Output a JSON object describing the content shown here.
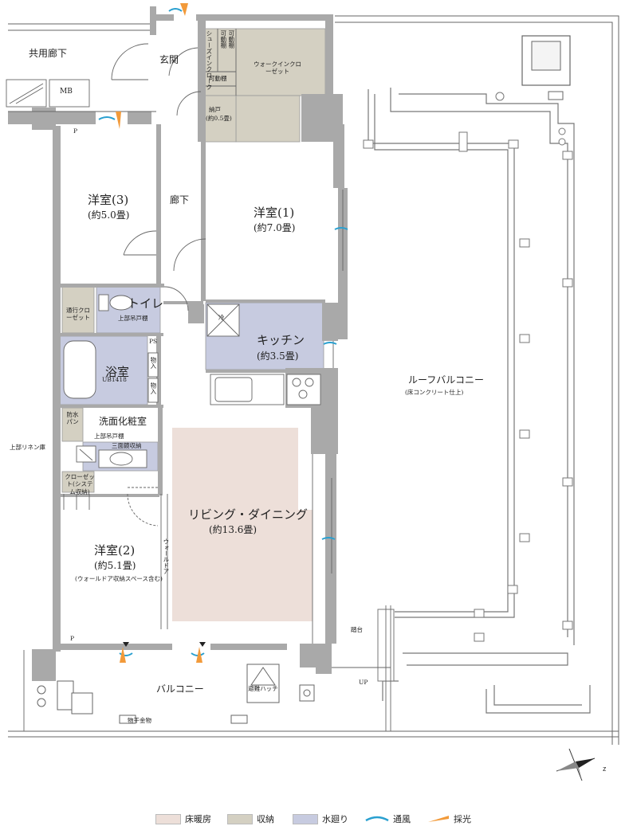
{
  "rooms": {
    "common_corridor": "共用廊下",
    "mb": "MB",
    "entrance": "玄関",
    "shoes_closet": "シューズインクローク",
    "movable_shelf_a": "可動棚",
    "movable_shelf_b": "可動棚",
    "movable_shelf_c": "可動棚",
    "walkin_closet": "ウォークインクローゼット",
    "storage_name": "納戸",
    "storage_size": "(約0.5畳)",
    "hallway": "廊下",
    "western3_name": "洋室(3)",
    "western3_size": "(約5.0畳)",
    "western1_name": "洋室(1)",
    "western1_size": "(約7.0畳)",
    "toilet": "トイレ",
    "upper_cabinet_toilet": "上部吊戸棚",
    "closet_walkthrough": "通行クローゼット",
    "ps": "PS",
    "fridge": "冷",
    "kitchen_name": "キッチン",
    "kitchen_size": "(約3.5畳)",
    "bath_name": "浴室",
    "bath_unit": "UB1418",
    "storage_in_a": "物入",
    "storage_in_b": "物入",
    "roof_balcony_name": "ルーフバルコニー",
    "roof_balcony_note": "(床コンクリート仕上)",
    "waterproof_pan": "防水パン",
    "washroom": "洗面化粧室",
    "upper_cabinet_wash": "上部吊戸棚",
    "three_mirror": "三面鏡収納",
    "upper_linen": "上部リネン庫",
    "system_closet": "クローゼット(システム収納)",
    "living_name": "リビング・ダイニング",
    "living_size": "(約13.6畳)",
    "wall_door": "ウォールドア",
    "western2_name": "洋室(2)",
    "western2_size": "(約5.1畳)",
    "western2_note": "(ウォールドア収納スペース含む)",
    "step": "踏台",
    "balcony": "バルコニー",
    "escape_hatch": "避難ハッチ",
    "up": "UP",
    "laundry": "物干金物",
    "p_a": "P",
    "p_b": "P"
  },
  "legend": [
    {
      "label": "床暖房",
      "color": "#eddfd9"
    },
    {
      "label": "収納",
      "color": "#d4d0c2"
    },
    {
      "label": "水廻り",
      "color": "#c7cbe0"
    },
    {
      "label": "通風",
      "color": "#2aa0d0"
    },
    {
      "label": "採光",
      "color": "#f29a3a"
    }
  ],
  "colors": {
    "wall": "#a9a9a9",
    "floor_heating": "#eddfd9",
    "storage": "#d4d0c2",
    "water": "#c7cbe0",
    "wind": "#2aa0d0",
    "light": "#f29a3a"
  },
  "compass_icon": "north-arrow-icon"
}
